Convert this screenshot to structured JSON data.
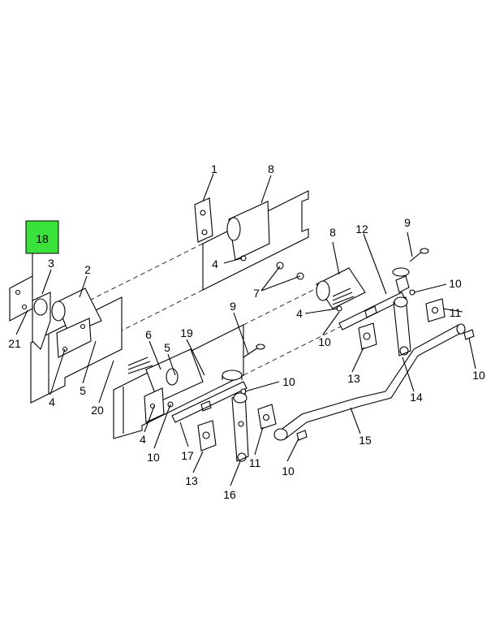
{
  "highlight": {
    "number": "18",
    "color": "#3be13b"
  },
  "callouts": [
    {
      "id": "1",
      "label": "1"
    },
    {
      "id": "8a",
      "label": "8"
    },
    {
      "id": "3",
      "label": "3"
    },
    {
      "id": "2",
      "label": "2"
    },
    {
      "id": "4a",
      "label": "4"
    },
    {
      "id": "7",
      "label": "7"
    },
    {
      "id": "21",
      "label": "21"
    },
    {
      "id": "4b",
      "label": "4"
    },
    {
      "id": "5a",
      "label": "5"
    },
    {
      "id": "20",
      "label": "20"
    },
    {
      "id": "6",
      "label": "6"
    },
    {
      "id": "5b",
      "label": "5"
    },
    {
      "id": "19",
      "label": "19"
    },
    {
      "id": "9a",
      "label": "9"
    },
    {
      "id": "10a",
      "label": "10"
    },
    {
      "id": "4c",
      "label": "4"
    },
    {
      "id": "10b",
      "label": "10"
    },
    {
      "id": "17",
      "label": "17"
    },
    {
      "id": "13a",
      "label": "13"
    },
    {
      "id": "16",
      "label": "16"
    },
    {
      "id": "11a",
      "label": "11"
    },
    {
      "id": "10c",
      "label": "10"
    },
    {
      "id": "15",
      "label": "15"
    },
    {
      "id": "8b",
      "label": "8"
    },
    {
      "id": "12",
      "label": "12"
    },
    {
      "id": "9b",
      "label": "9"
    },
    {
      "id": "10d",
      "label": "10"
    },
    {
      "id": "4d",
      "label": "4"
    },
    {
      "id": "11b",
      "label": "11"
    },
    {
      "id": "10e",
      "label": "10"
    },
    {
      "id": "13b",
      "label": "13"
    },
    {
      "id": "10f",
      "label": "10"
    },
    {
      "id": "14",
      "label": "14"
    }
  ]
}
